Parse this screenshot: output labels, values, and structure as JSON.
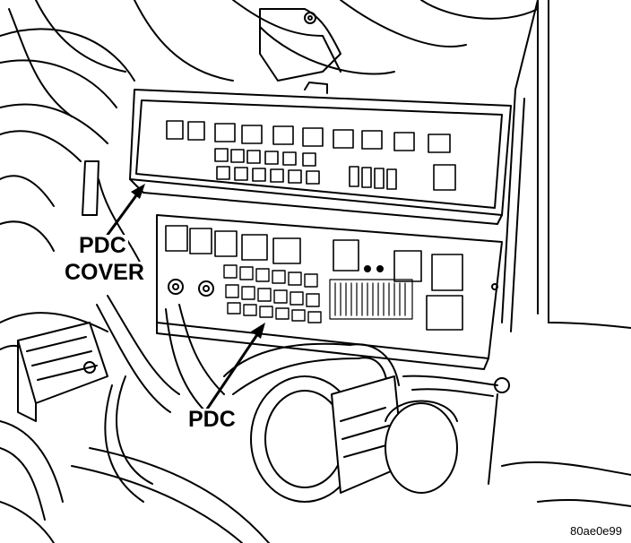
{
  "labels": {
    "pdc_cover_line1": "PDC",
    "pdc_cover_line2": "COVER",
    "pdc": "PDC"
  },
  "figure_id": "80ae0e99",
  "colors": {
    "ink": "#000000",
    "paper": "#ffffff"
  }
}
